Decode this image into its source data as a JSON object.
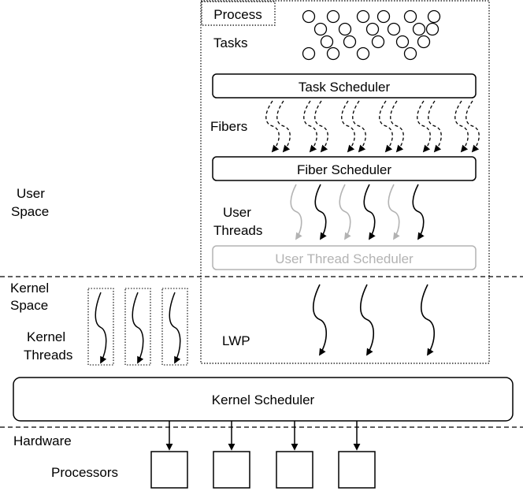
{
  "labels": {
    "process": "Process",
    "tasks": "Tasks",
    "task_scheduler": "Task Scheduler",
    "fibers": "Fibers",
    "fiber_scheduler": "Fiber Scheduler",
    "user_threads_line1": "User",
    "user_threads_line2": "Threads",
    "user_thread_scheduler": "User Thread Scheduler",
    "user_space_line1": "User",
    "user_space_line2": "Space",
    "kernel_space_line1": "Kernel",
    "kernel_space_line2": "Space",
    "kernel_threads_line1": "Kernel",
    "kernel_threads_line2": "Threads",
    "lwp": "LWP",
    "kernel_scheduler": "Kernel Scheduler",
    "hardware": "Hardware",
    "processors": "Processors"
  },
  "counts": {
    "tasks": 21,
    "fiber_groups": 6,
    "user_threads": 6,
    "lwps": 3,
    "kernel_threads": 3,
    "processors": 4
  },
  "colors": {
    "line": "#000000",
    "inactive": "#b3b3b3",
    "background": "#ffffff"
  }
}
